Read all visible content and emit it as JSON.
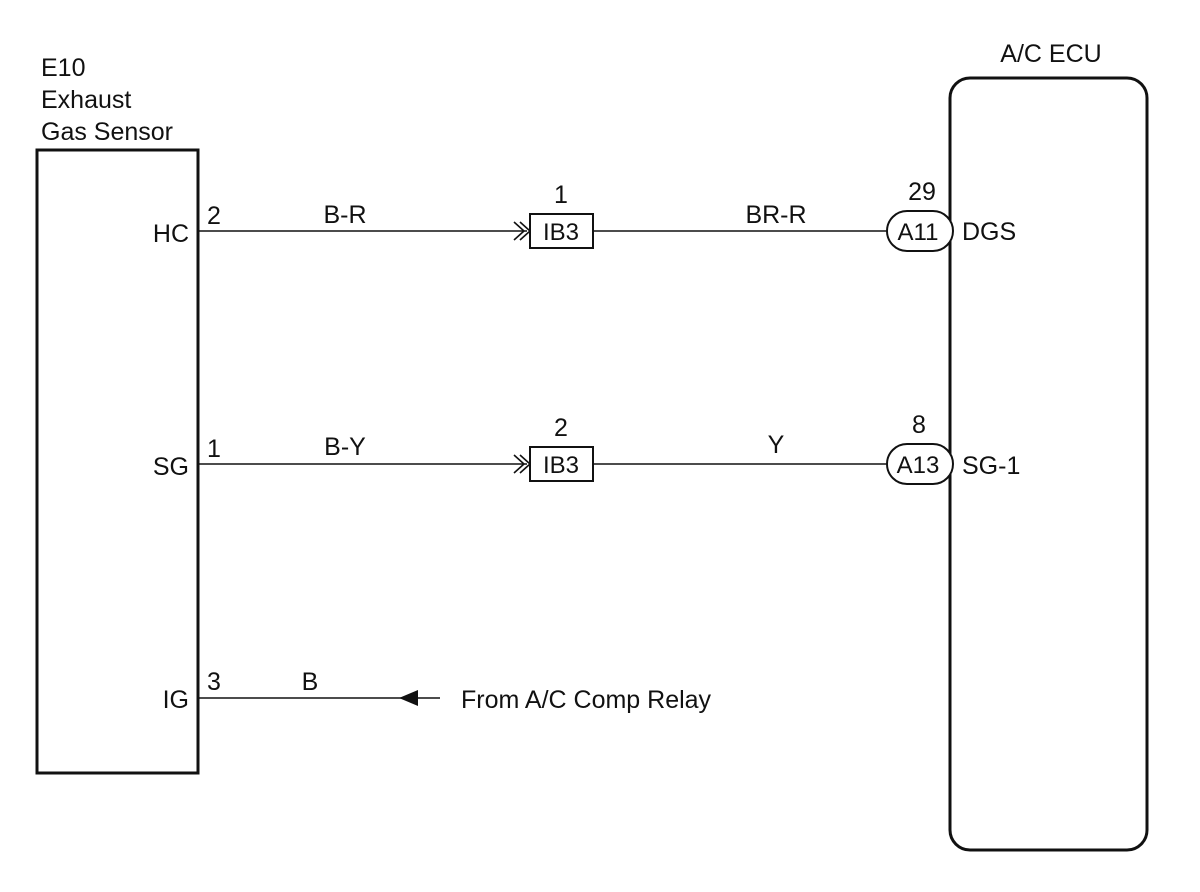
{
  "sensor": {
    "title_lines": [
      "E10",
      "Exhaust",
      "Gas Sensor"
    ],
    "pins": [
      {
        "name": "HC",
        "num": "2"
      },
      {
        "name": "SG",
        "num": "1"
      },
      {
        "name": "IG",
        "num": "3"
      }
    ]
  },
  "ecu": {
    "title": "A/C ECU",
    "terminals": [
      {
        "connector": "A11",
        "pin": "29",
        "name": "DGS"
      },
      {
        "connector": "A13",
        "pin": "8",
        "name": "SG-1"
      }
    ]
  },
  "wires": [
    {
      "color_left": "B-R",
      "junction": "IB3",
      "junction_pin": "1",
      "color_right": "BR-R"
    },
    {
      "color_left": "B-Y",
      "junction": "IB3",
      "junction_pin": "2",
      "color_right": "Y"
    },
    {
      "color_left": "B",
      "source": "From A/C Comp Relay"
    }
  ]
}
